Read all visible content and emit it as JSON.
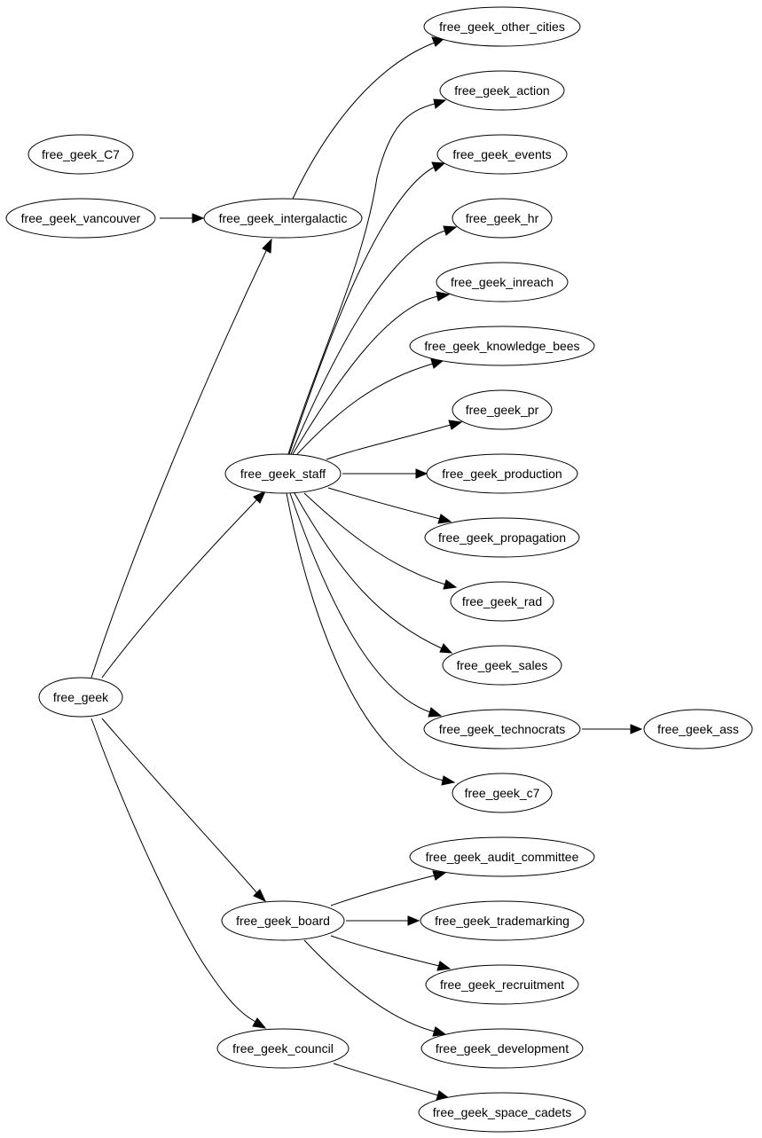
{
  "diagram": {
    "nodes": {
      "other_cities": "free_geek_other_cities",
      "action": "free_geek_action",
      "events": "free_geek_events",
      "c7_upper": "free_geek_C7",
      "hr": "free_geek_hr",
      "vancouver": "free_geek_vancouver",
      "intergalactic": "free_geek_intergalactic",
      "inreach": "free_geek_inreach",
      "knowledge_bees": "free_geek_knowledge_bees",
      "pr": "free_geek_pr",
      "staff": "free_geek_staff",
      "production": "free_geek_production",
      "propagation": "free_geek_propagation",
      "rad": "free_geek_rad",
      "sales": "free_geek_sales",
      "free_geek": "free_geek",
      "technocrats": "free_geek_technocrats",
      "ass": "free_geek_ass",
      "c7": "free_geek_c7",
      "audit_committee": "free_geek_audit_committee",
      "trademarking": "free_geek_trademarking",
      "board": "free_geek_board",
      "recruitment": "free_geek_recruitment",
      "development": "free_geek_development",
      "council": "free_geek_council",
      "space_cadets": "free_geek_space_cadets"
    },
    "edges": [
      {
        "from": "free_geek_vancouver",
        "to": "free_geek_intergalactic"
      },
      {
        "from": "free_geek_intergalactic",
        "to": "free_geek_other_cities"
      },
      {
        "from": "free_geek",
        "to": "free_geek_intergalactic"
      },
      {
        "from": "free_geek",
        "to": "free_geek_staff"
      },
      {
        "from": "free_geek",
        "to": "free_geek_board"
      },
      {
        "from": "free_geek",
        "to": "free_geek_council"
      },
      {
        "from": "free_geek_staff",
        "to": "free_geek_action"
      },
      {
        "from": "free_geek_staff",
        "to": "free_geek_events"
      },
      {
        "from": "free_geek_staff",
        "to": "free_geek_hr"
      },
      {
        "from": "free_geek_staff",
        "to": "free_geek_inreach"
      },
      {
        "from": "free_geek_staff",
        "to": "free_geek_knowledge_bees"
      },
      {
        "from": "free_geek_staff",
        "to": "free_geek_pr"
      },
      {
        "from": "free_geek_staff",
        "to": "free_geek_production"
      },
      {
        "from": "free_geek_staff",
        "to": "free_geek_propagation"
      },
      {
        "from": "free_geek_staff",
        "to": "free_geek_rad"
      },
      {
        "from": "free_geek_staff",
        "to": "free_geek_sales"
      },
      {
        "from": "free_geek_staff",
        "to": "free_geek_technocrats"
      },
      {
        "from": "free_geek_staff",
        "to": "free_geek_c7"
      },
      {
        "from": "free_geek_technocrats",
        "to": "free_geek_ass"
      },
      {
        "from": "free_geek_board",
        "to": "free_geek_audit_committee"
      },
      {
        "from": "free_geek_board",
        "to": "free_geek_trademarking"
      },
      {
        "from": "free_geek_board",
        "to": "free_geek_recruitment"
      },
      {
        "from": "free_geek_board",
        "to": "free_geek_development"
      },
      {
        "from": "free_geek_council",
        "to": "free_geek_space_cadets"
      }
    ]
  }
}
